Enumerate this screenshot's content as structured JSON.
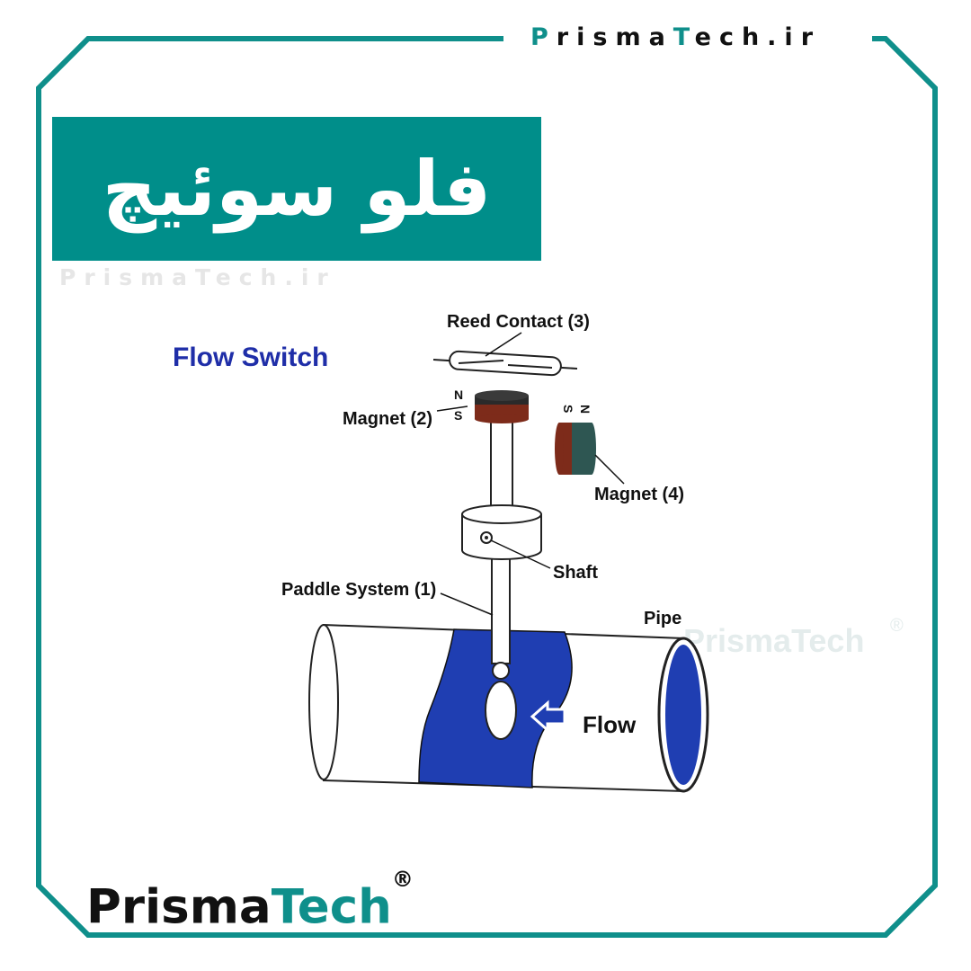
{
  "site": {
    "top_brand_part1": "P",
    "top_brand_part2": "risma",
    "top_brand_part3": "T",
    "top_brand_part4": "ech.ir",
    "sub_watermark": "PrismaTech.ir"
  },
  "title": "فلو سوئیچ",
  "diagram": {
    "heading": "Flow Switch",
    "labels": {
      "reed_contact": "Reed Contact (3)",
      "magnet2": "Magnet (2)",
      "magnet4": "Magnet (4)",
      "shaft": "Shaft",
      "paddle": "Paddle System (1)",
      "pipe": "Pipe",
      "flow": "Flow",
      "n": "N",
      "s": "S"
    },
    "watermark": "PrismaTech",
    "watermark_reg": "®"
  },
  "logo": {
    "part1": "Prisma",
    "part2": "Tech",
    "reg": "®"
  },
  "colors": {
    "accent": "#008e8a",
    "water": "#1f3eb2",
    "heading": "#1f2ea8"
  }
}
